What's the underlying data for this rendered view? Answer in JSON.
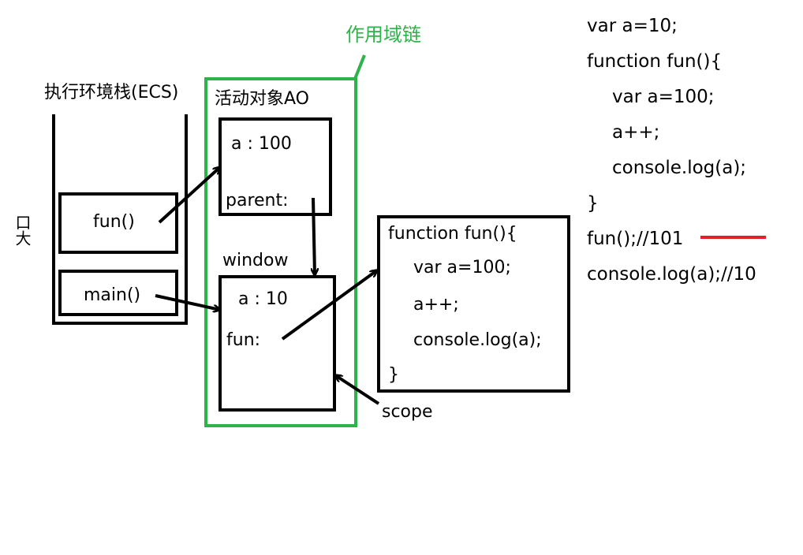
{
  "colors": {
    "ink": "#000000",
    "scope_chain": "#2db34a",
    "highlight": "#e0202a",
    "background": "#ffffff"
  },
  "scope_chain_label": "作用域链",
  "stack": {
    "title": "执行环境栈(ECS)",
    "side_mark": "口大",
    "frames": [
      "fun()",
      "main()"
    ]
  },
  "activation_object": {
    "title": "活动对象AO",
    "fields": [
      "a : 100",
      "parent:"
    ]
  },
  "window_object": {
    "title": "window",
    "fields": [
      "a : 10",
      "fun:"
    ]
  },
  "function_object": {
    "lines": [
      "function fun(){",
      "var a=100;",
      "a++;",
      "console.log(a);",
      "}"
    ],
    "pointer_label": "scope"
  },
  "source_code": {
    "lines": [
      "var a=10;",
      "function fun(){",
      "var a=100;",
      "a++;",
      "console.log(a);",
      "}",
      "fun();//101",
      "console.log(a);//10"
    ]
  }
}
